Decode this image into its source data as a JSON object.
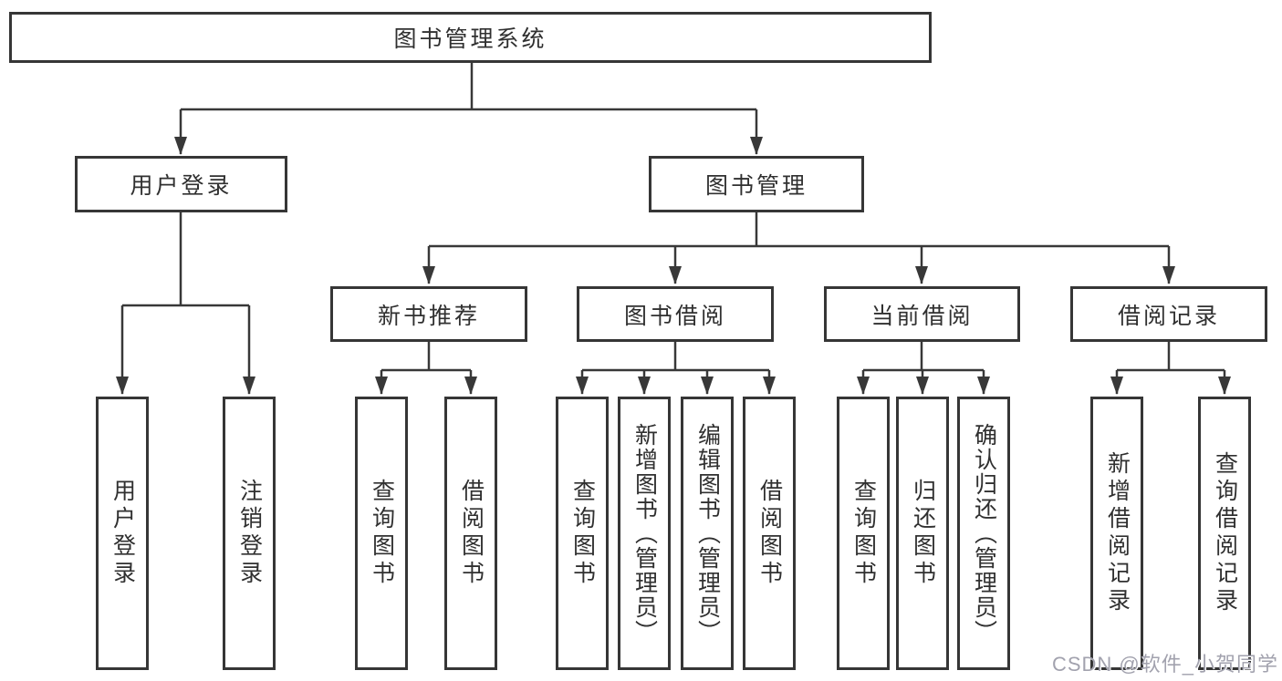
{
  "diagram": {
    "root": {
      "label": "图书管理系统"
    },
    "level2": [
      {
        "label": "用户登录"
      },
      {
        "label": "图书管理"
      }
    ],
    "level3": [
      {
        "label": "新书推荐"
      },
      {
        "label": "图书借阅"
      },
      {
        "label": "当前借阅"
      },
      {
        "label": "借阅记录"
      }
    ],
    "leaves": [
      {
        "label": "用户登录"
      },
      {
        "label": "注销登录"
      },
      {
        "label": "查询图书"
      },
      {
        "label": "借阅图书"
      },
      {
        "label": "查询图书"
      },
      {
        "label": "新增图书（管理员）"
      },
      {
        "label": "编辑图书（管理员）"
      },
      {
        "label": "借阅图书"
      },
      {
        "label": "查询图书"
      },
      {
        "label": "归还图书"
      },
      {
        "label": "确认归还（管理员）"
      },
      {
        "label": "新增借阅记录"
      },
      {
        "label": "查询借阅记录"
      }
    ]
  },
  "watermark": {
    "text": "CSDN @软件_小贺同学"
  },
  "colors": {
    "line": "#383838",
    "box_border": "#363636",
    "text": "#303030",
    "background": "#ffffff",
    "watermark": "#a2a2ae"
  }
}
